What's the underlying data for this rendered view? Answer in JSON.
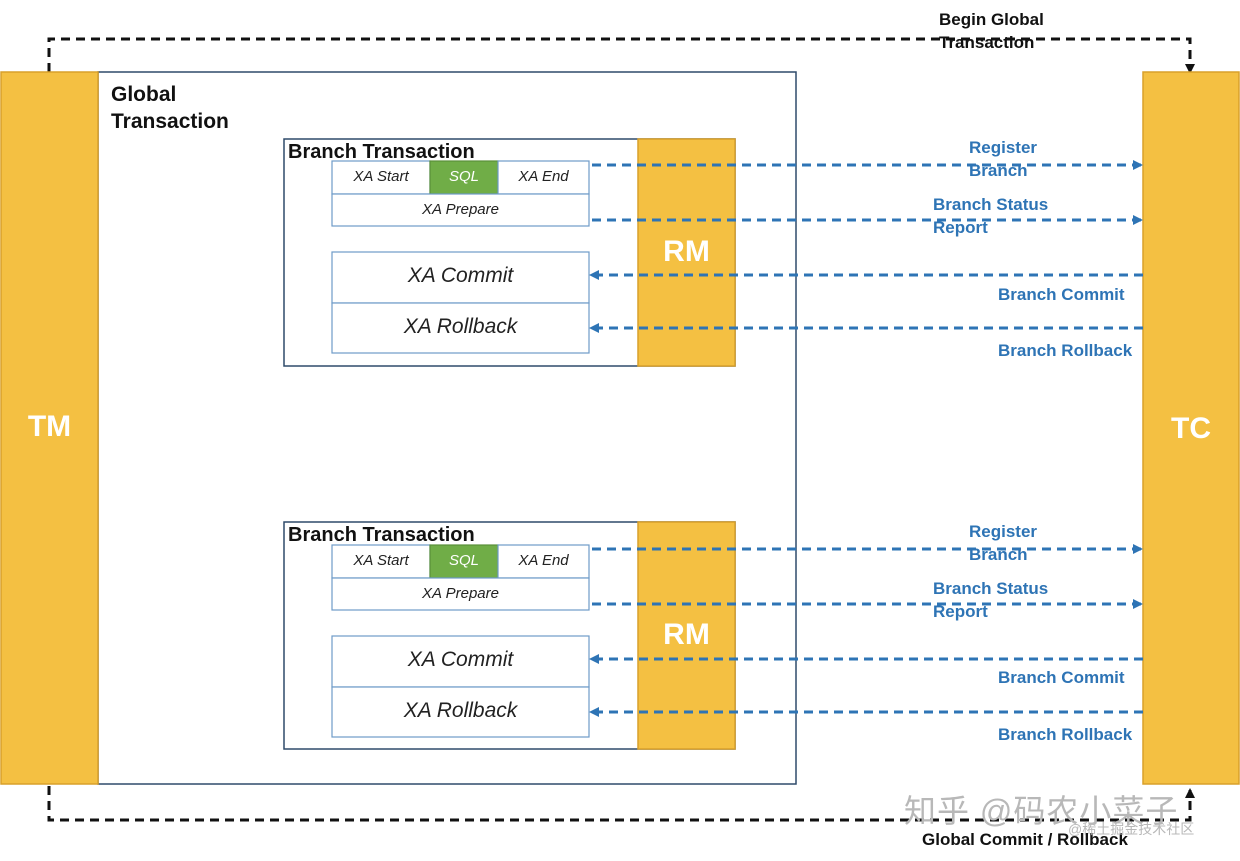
{
  "colors": {
    "component_fill": "#f4c042",
    "component_stroke": "#d9a02a",
    "sql_fill": "#70ad47",
    "box_stroke": "#2f4a6a",
    "flow_blue": "#2e74b5",
    "global_dash": "#111111"
  },
  "tm": {
    "label": "TM"
  },
  "tc": {
    "label": "TC"
  },
  "global_transaction": {
    "label": "Global\nTransaction"
  },
  "begin_global": {
    "label": "Begin Global\nTransaction"
  },
  "global_commit": {
    "label": "Global Commit / Rollback"
  },
  "branches": [
    {
      "title": "Branch Transaction",
      "xa_start": "XA Start",
      "sql": "SQL",
      "xa_end": "XA End",
      "xa_prepare": "XA Prepare",
      "xa_commit": "XA Commit",
      "xa_rollback": "XA Rollback",
      "rm": "RM",
      "register_branch": "Register\nBranch",
      "status_report": "Branch Status\nReport",
      "branch_commit": "Branch Commit",
      "branch_rollback": "Branch Rollback"
    },
    {
      "title": "Branch Transaction",
      "xa_start": "XA Start",
      "sql": "SQL",
      "xa_end": "XA End",
      "xa_prepare": "XA Prepare",
      "xa_commit": "XA Commit",
      "xa_rollback": "XA Rollback",
      "rm": "RM",
      "register_branch": "Register\nBranch",
      "status_report": "Branch Status\nReport",
      "branch_commit": "Branch Commit",
      "branch_rollback": "Branch Rollback"
    }
  ],
  "watermark": {
    "main": "知乎 @码农小菜子",
    "sub": "@稀土掘金技术社区"
  }
}
